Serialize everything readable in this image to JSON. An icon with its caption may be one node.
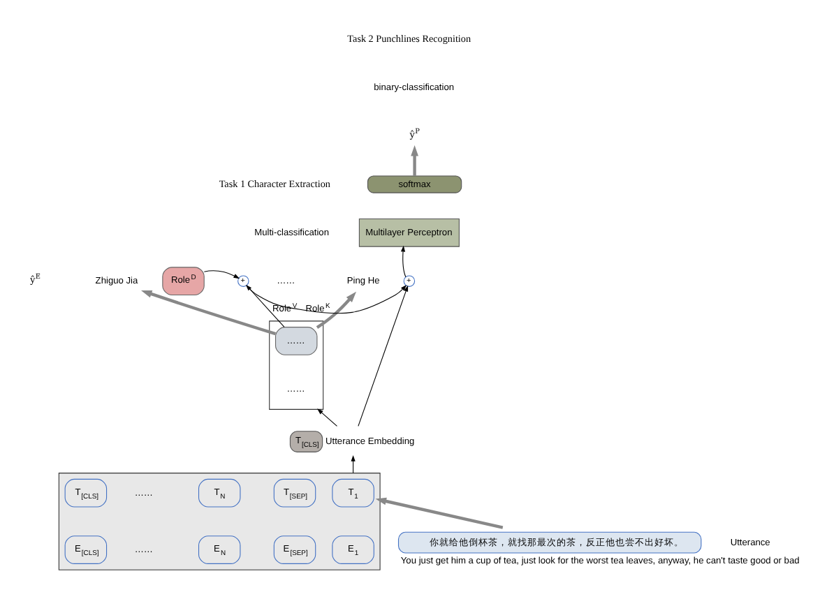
{
  "diagram": {
    "nodes": [
      {
        "text": [
          "Ping He"
        ]
      },
      {
        "text": [
          "Zhiguo Jia"
        ]
      },
      {
        "text": [],
        "shape": "box"
      },
      {
        "text": [
          "……"
        ],
        "in": 2
      },
      {
        "text": [
          "……"
        ],
        "in": 2
      },
      {
        "text": [
          "Role$^{D}$"
        ]
      },
      {
        "text": [
          "+"
        ]
      },
      {
        "text": [
          "+"
        ]
      },
      {
        "text": [
          "Multilayer Perceptron"
        ]
      },
      {
        "text": [
          "softmax"
        ]
      },
      {
        "text": [
          "ŷ$^{P}$"
        ]
      },
      {
        "text": [
          "T$_{[CLS]}$"
        ],
        "beside": [
          "Utterance Embedding"
        ]
      },
      {
        "text": [],
        "shape": "box"
      },
      {
        "text": [
          "T$_{[CLS]}$"
        ],
        "in": 12
      },
      {
        "text": [
          "T$_{1}$"
        ],
        "in": 12
      },
      {
        "text": [
          "T$_{N}$"
        ],
        "in": 12
      },
      {
        "text": [
          "T$_{[SEP]}$"
        ],
        "in": 12
      },
      {
        "text": [
          "E$_{[CLS]}$"
        ],
        "in": 12
      },
      {
        "text": [
          "E$_{1}$"
        ],
        "in": 12
      },
      {
        "text": [
          "E$_{N}$"
        ],
        "in": 12
      },
      {
        "text": [
          "E$_{[SEP]}$"
        ],
        "in": 12
      },
      {
        "text": [
          "你就给他倒杯茶，就找那最次的茶，反正他也尝不出好坏。"
        ],
        "beside": [
          "Utterance",
          "You just get him a cup of tea, just look for the worst tea leaves, anyway, he can't taste good or bad"
        ]
      }
    ],
    "edges": [
      {
        "from": 3,
        "to": 0,
        "arrow": "to",
        "style": "thick",
        "color": "#888888"
      },
      {
        "from": 3,
        "to": 1,
        "arrow": "to",
        "style": "thick",
        "color": "#888888"
      },
      {
        "from": 3,
        "to": 6,
        "arrow": "to",
        "label": "Role$^{V}$"
      },
      {
        "from": 5,
        "to": 6,
        "arrow": "to"
      },
      {
        "from": 6,
        "to": 7,
        "arrow": "to",
        "label": "Role$^{K}$"
      },
      {
        "from": 7,
        "to": 8,
        "arrow": "to"
      },
      {
        "from": 9,
        "to": 10,
        "arrow": "to",
        "style": "thick",
        "color": "#888888"
      },
      {
        "from": 11,
        "to": 2,
        "arrow": "to"
      },
      {
        "from": 11,
        "to": 7,
        "arrow": "to"
      },
      {
        "from": 12,
        "to": 11,
        "arrow": "to"
      },
      {
        "from": 21,
        "to": 12,
        "arrow": "to",
        "style": "thick",
        "color": "#888888"
      }
    ],
    "labels": [
      "Task 1 Character Extraction",
      "Multi-classification",
      "……",
      "ŷ$^{E}$",
      "Task 2 Punchlines Recognition",
      "binary-classification",
      "……",
      "……"
    ]
  }
}
